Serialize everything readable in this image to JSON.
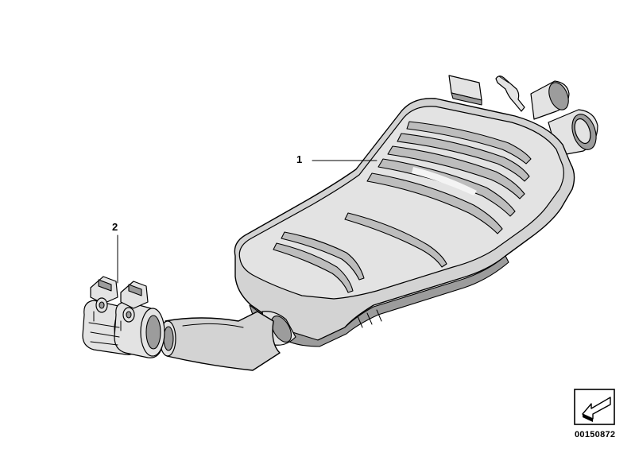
{
  "diagram": {
    "callouts": [
      {
        "id": "1",
        "label": "1"
      },
      {
        "id": "2",
        "label": "2"
      }
    ],
    "reference_code": "00150872",
    "colors": {
      "line": "#000000",
      "part_fill": "#d3d3d3",
      "part_shadow": "#9c9c9c",
      "background": "#ffffff"
    },
    "icons": {
      "direction_symbol": "arrow-return-icon"
    }
  }
}
